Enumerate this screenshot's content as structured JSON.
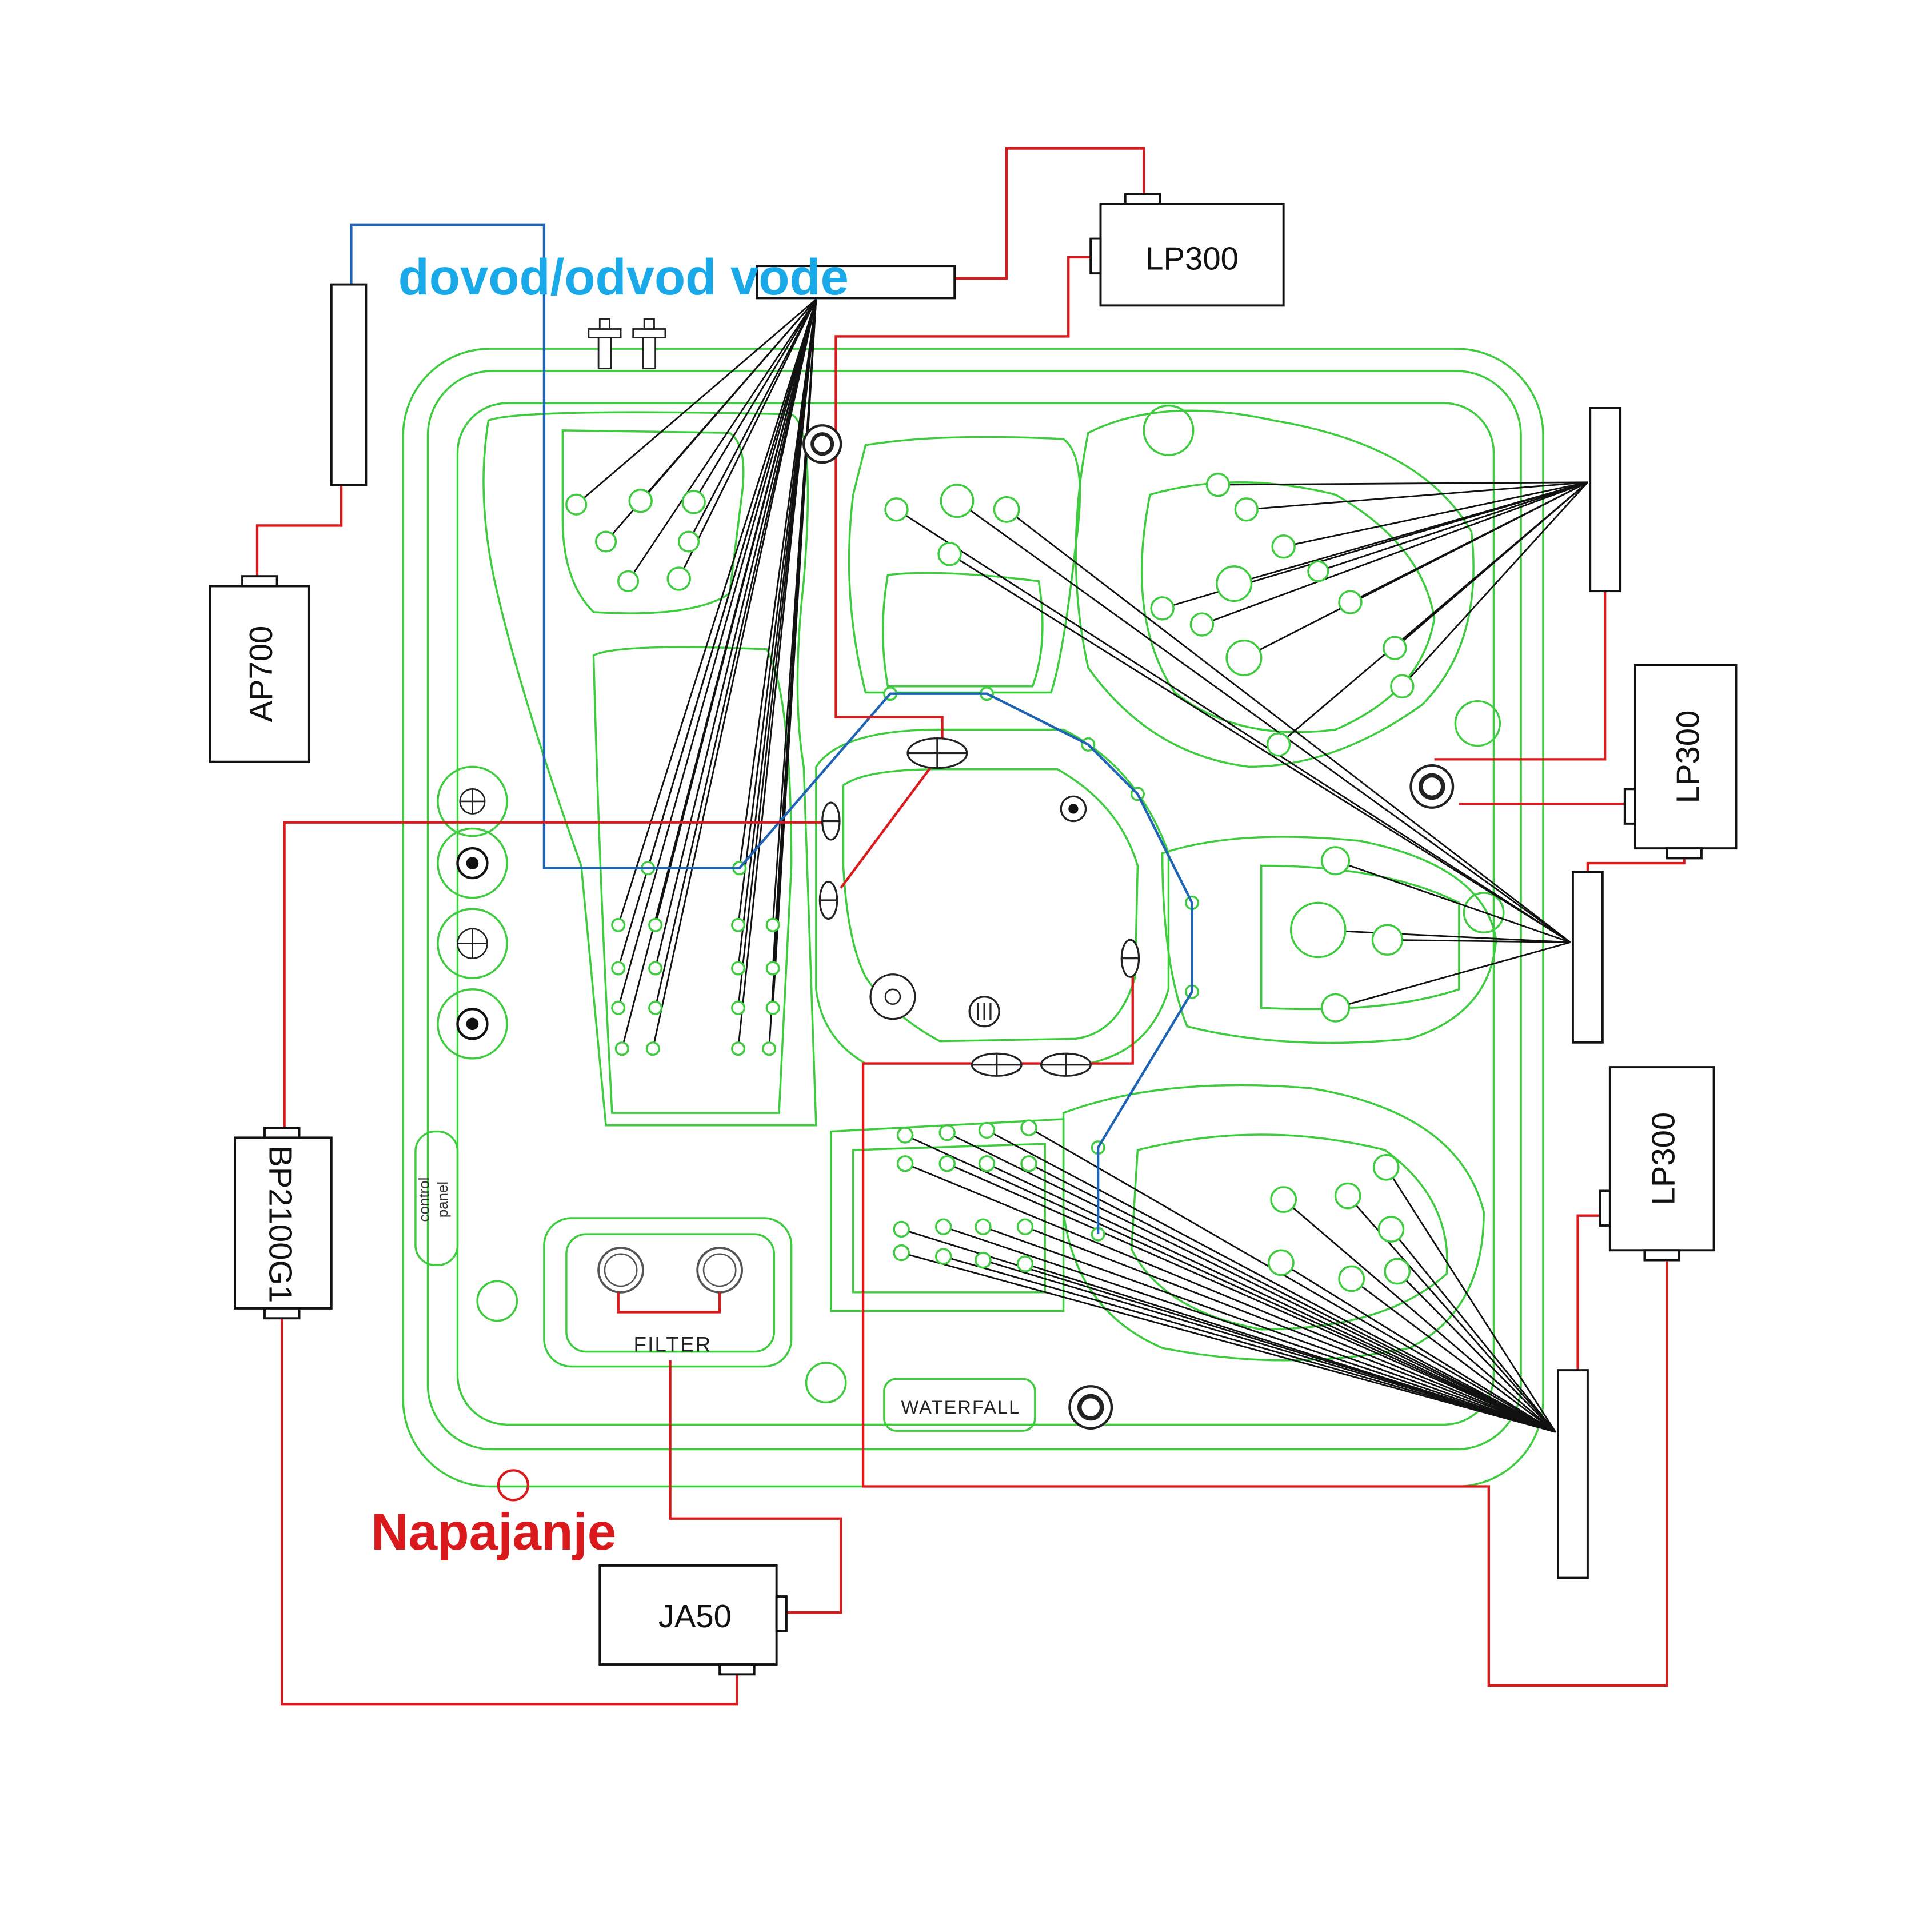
{
  "title": "dovod/odvod vode",
  "power_label": "Napajanje",
  "components": {
    "lp300_top": "LP300",
    "lp300_right": "LP300",
    "lp300_lower_right": "LP300",
    "ap700": "AP700",
    "bp2100g1": "BP2100G1",
    "ja50": "JA50"
  },
  "spa_labels": {
    "control_panel_1": "control",
    "control_panel_2": "panel",
    "filter": "FILTER",
    "waterfall": "WATERFALL"
  },
  "colors": {
    "electric": "#d9191c",
    "water": "#1f63b4",
    "spa_outline": "#3dcc3d",
    "manifold_lines": "#111111",
    "title": "#1aa9e8"
  }
}
